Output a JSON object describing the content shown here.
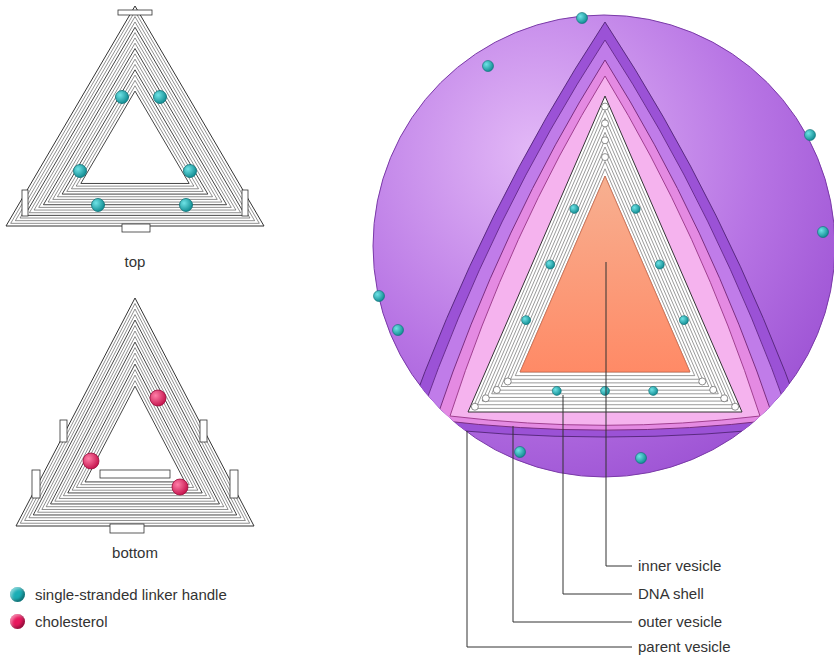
{
  "diagram": {
    "labels": [
      "top",
      "bottom",
      "inner vesicle",
      "DNA shell",
      "outer vesicle",
      "parent vesicle"
    ],
    "legend": [
      {
        "text": "single-stranded linker handle",
        "color": "#1aaeb5"
      },
      {
        "text": "cholesterol",
        "color": "#e8175d"
      }
    ]
  }
}
